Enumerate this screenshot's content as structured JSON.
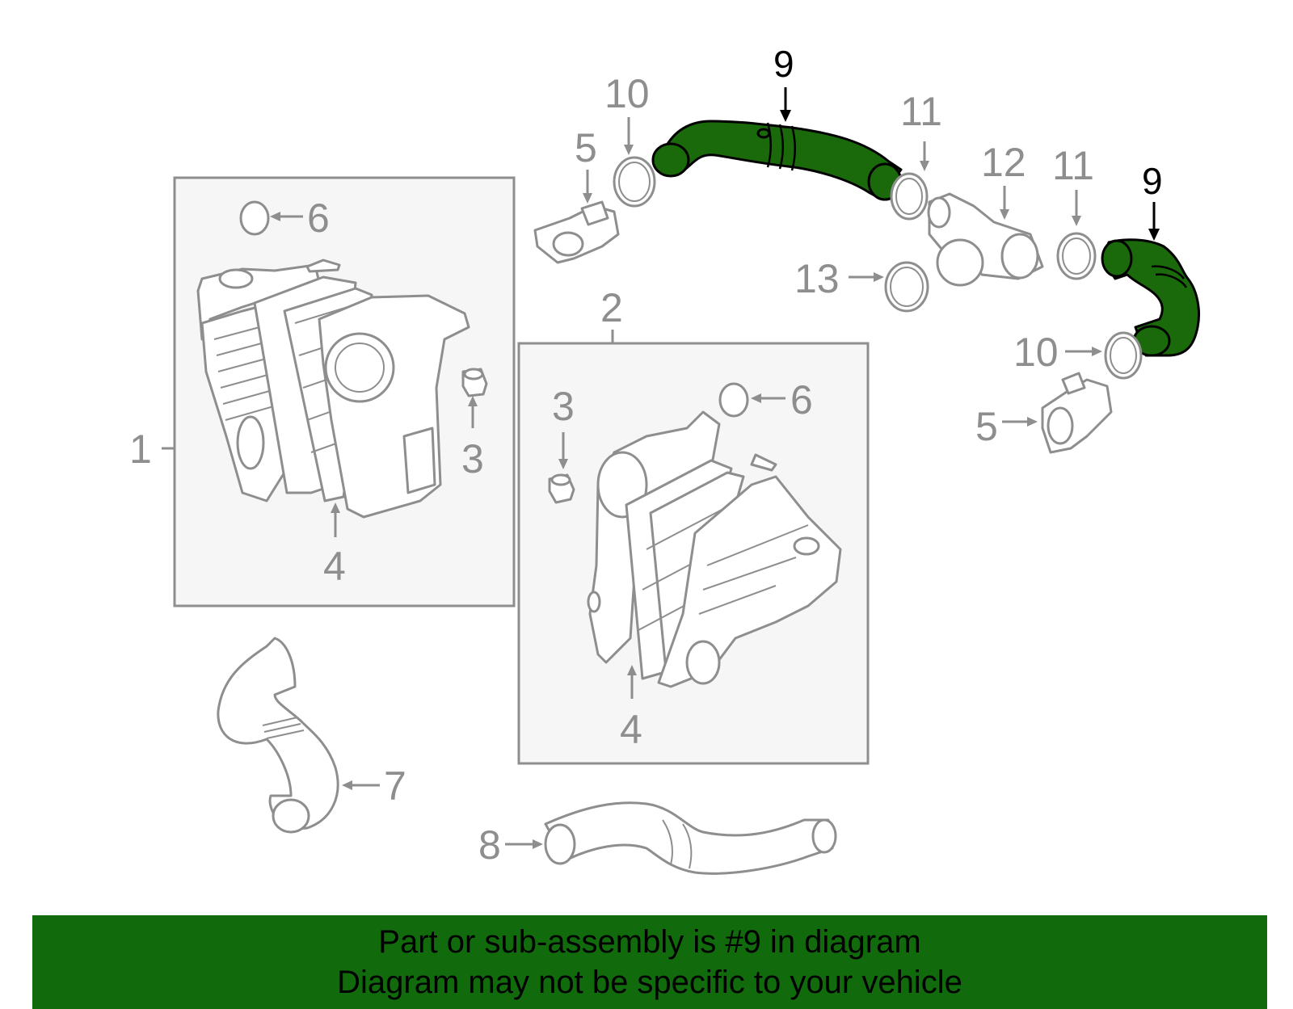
{
  "labels": {
    "part_1": "1",
    "part_2": "2",
    "part_3_left": "3",
    "part_3_right": "3",
    "part_4_left": "4",
    "part_4_right": "4",
    "part_5_top": "5",
    "part_5_bottom": "5",
    "part_6_left": "6",
    "part_6_right": "6",
    "part_7": "7",
    "part_8": "8",
    "part_9_top": "9",
    "part_9_right": "9",
    "part_10_top": "10",
    "part_10_bottom": "10",
    "part_11_left": "11",
    "part_11_right": "11",
    "part_12": "12",
    "part_13": "13"
  },
  "colors": {
    "highlight_part": "#1a6a0c",
    "banner_background": "#116b0c",
    "part_outline": "#8e8e8e"
  },
  "banner": {
    "line1": "Part or sub-assembly is #9 in diagram",
    "line2": "Diagram may not be specific to your vehicle"
  }
}
